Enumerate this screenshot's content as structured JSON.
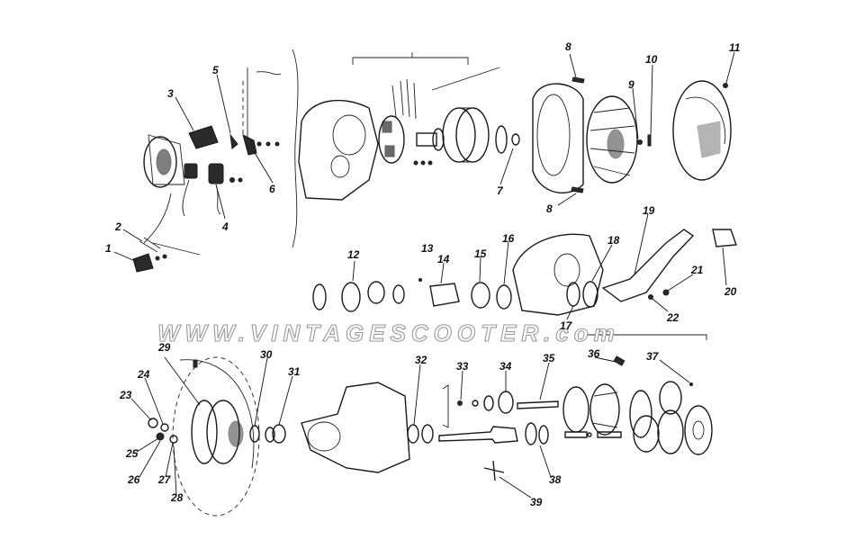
{
  "watermark": "WWW.VINTAGESCOOTER.com",
  "callouts": [
    "1",
    "2",
    "3",
    "4",
    "5",
    "6",
    "7",
    "8",
    "8",
    "9",
    "10",
    "11",
    "12",
    "13",
    "14",
    "15",
    "16",
    "17",
    "18",
    "19",
    "20",
    "21",
    "22",
    "23",
    "24",
    "25",
    "26",
    "27",
    "28",
    "29",
    "30",
    "31",
    "32",
    "33",
    "34",
    "35",
    "36",
    "37",
    "38",
    "39"
  ],
  "colors": {
    "ink": "#1a1a1a",
    "paper": "#ffffff",
    "watermark_stroke": "#9a9a9a"
  }
}
